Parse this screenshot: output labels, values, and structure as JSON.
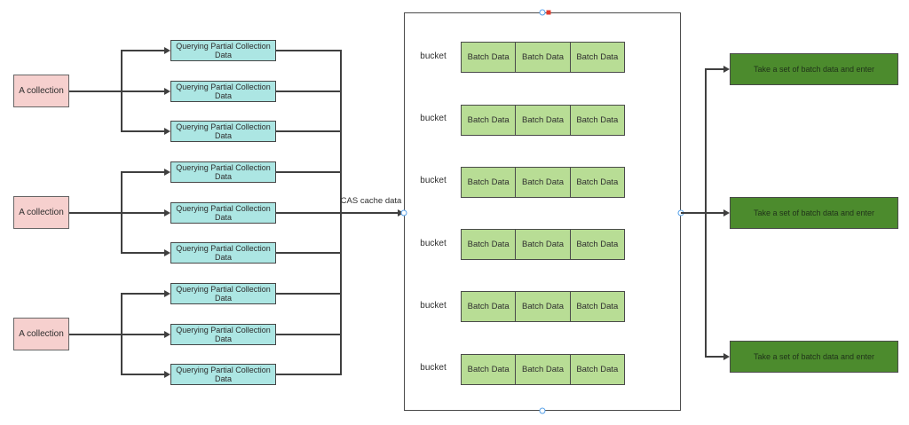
{
  "diagram": {
    "left_groups": [
      {
        "collection": "A collection",
        "queries": [
          "Querying Partial Collection Data",
          "Querying Partial Collection Data",
          "Querying Partial Collection Data"
        ]
      },
      {
        "collection": "A collection",
        "queries": [
          "Querying Partial Collection Data",
          "Querying Partial Collection Data",
          "Querying Partial Collection Data"
        ]
      },
      {
        "collection": "A collection",
        "queries": [
          "Querying Partial Collection Data",
          "Querying Partial Collection Data",
          "Querying Partial Collection Data"
        ]
      }
    ],
    "cas_label": "CAS cache data",
    "bucket_rows": [
      {
        "label": "bucket",
        "cells": [
          "Batch Data",
          "Batch Data",
          "Batch Data"
        ]
      },
      {
        "label": "bucket",
        "cells": [
          "Batch Data",
          "Batch Data",
          "Batch Data"
        ]
      },
      {
        "label": "bucket",
        "cells": [
          "Batch Data",
          "Batch Data",
          "Batch Data"
        ]
      },
      {
        "label": "bucket",
        "cells": [
          "Batch Data",
          "Batch Data",
          "Batch Data"
        ]
      },
      {
        "label": "bucket",
        "cells": [
          "Batch Data",
          "Batch Data",
          "Batch Data"
        ]
      },
      {
        "label": "bucket",
        "cells": [
          "Batch Data",
          "Batch Data",
          "Batch Data"
        ]
      }
    ],
    "outputs": [
      "Take a set of batch data and enter",
      "Take a set of batch data and enter",
      "Take a set of batch data and enter"
    ]
  },
  "colors": {
    "collection-fill": "#f6d0ce",
    "query-fill": "#ace6e3",
    "batch-fill": "#b8dd95",
    "output-fill": "#4c8b2d",
    "output-text": "#20331a",
    "line": "#3f3f3f",
    "handle-ring": "#55a0e8",
    "handle-red": "#e23b2e"
  }
}
